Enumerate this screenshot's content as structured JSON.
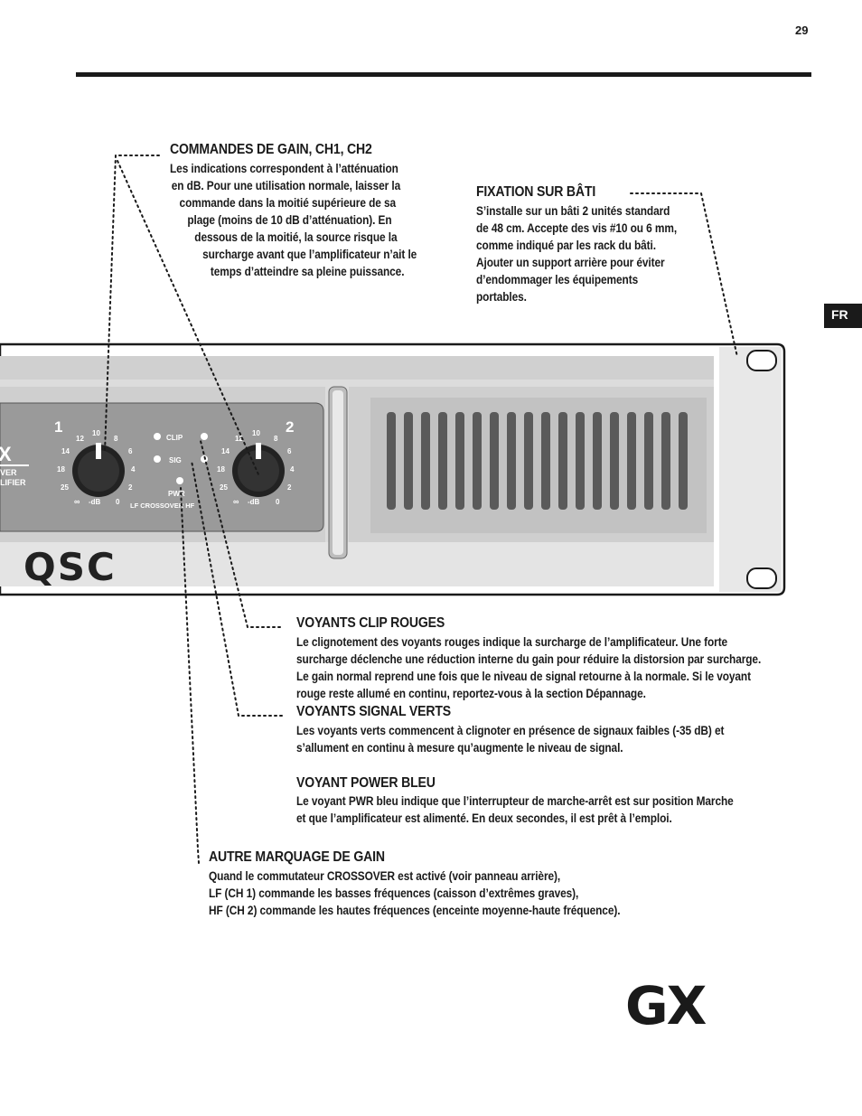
{
  "page_number": "29",
  "lang_tab": "FR",
  "gain_controls": {
    "title": "COMMANDES DE GAIN, CH1, CH2",
    "lines": [
      "Les indications correspondent à l’atténuation",
      "en dB. Pour une utilisation normale, laisser la",
      "commande dans la moitié supérieure de sa",
      "plage (moins de 10 dB d’atténuation). En",
      "dessous de la moitié, la source risque la",
      "surcharge avant que l’amplificateur n’ait le",
      "temps d’atteindre sa pleine puissance."
    ]
  },
  "rack_mount": {
    "title": "FIXATION SUR BÂTI",
    "lines": [
      "S’installe sur un bâti 2 unités standard",
      "de 48 cm. Accepte des vis #10 ou 6 mm,",
      "comme indiqué par les rack du bâti.",
      "Ajouter un support arrière pour éviter",
      "d’endommager les équipements",
      "portables."
    ]
  },
  "clip_leds": {
    "title": "VOYANTS CLIP ROUGES",
    "lines": [
      "Le clignotement des voyants rouges indique la surcharge de l’amplificateur. Une forte",
      "surcharge déclenche une réduction interne du gain pour réduire la distorsion par surcharge.",
      "Le gain normal reprend une fois que le niveau de signal retourne à la normale. Si le voyant",
      "rouge reste allumé en continu, reportez-vous à la section Dépannage."
    ]
  },
  "signal_leds": {
    "title": "VOYANTS SIGNAL VERTS",
    "lines": [
      "Les voyants verts commencent à clignoter en présence de signaux faibles (-35 dB) et",
      "s’allument en continu à mesure qu’augmente le niveau de signal."
    ]
  },
  "power_led": {
    "title": "VOYANT POWER BLEU",
    "lines": [
      "Le voyant PWR bleu indique que l’interrupteur de marche-arrêt est sur position Marche",
      "et que l’amplificateur est alimenté. En deux secondes, il est prêt à l’emploi."
    ]
  },
  "other_gain": {
    "title": "AUTRE MARQUAGE DE GAIN",
    "lines": [
      "Quand le commutateur CROSSOVER est activé (voir panneau arrière),",
      "LF (CH 1) commande les basses fréquences (caisson d’extrêmes graves),",
      "HF (CH 2) commande les hautes fréquences (enceinte moyenne-haute fréquence)."
    ]
  },
  "panel": {
    "brand": "QSC",
    "model_fragment": "X",
    "model_sub1": "VER",
    "model_sub2": "LIFIER",
    "ch1": "1",
    "ch2": "2",
    "ticks_left": [
      "∞",
      "25",
      "18",
      "14",
      "12"
    ],
    "ticks_top": "10",
    "ticks_right": [
      "8",
      "6",
      "4",
      "2",
      "0"
    ],
    "db_label": "-dB",
    "clip": "CLIP",
    "sig": "SIG",
    "pwr": "PWR",
    "crossover": "LF CROSSOVER HF"
  },
  "logo": "GX"
}
